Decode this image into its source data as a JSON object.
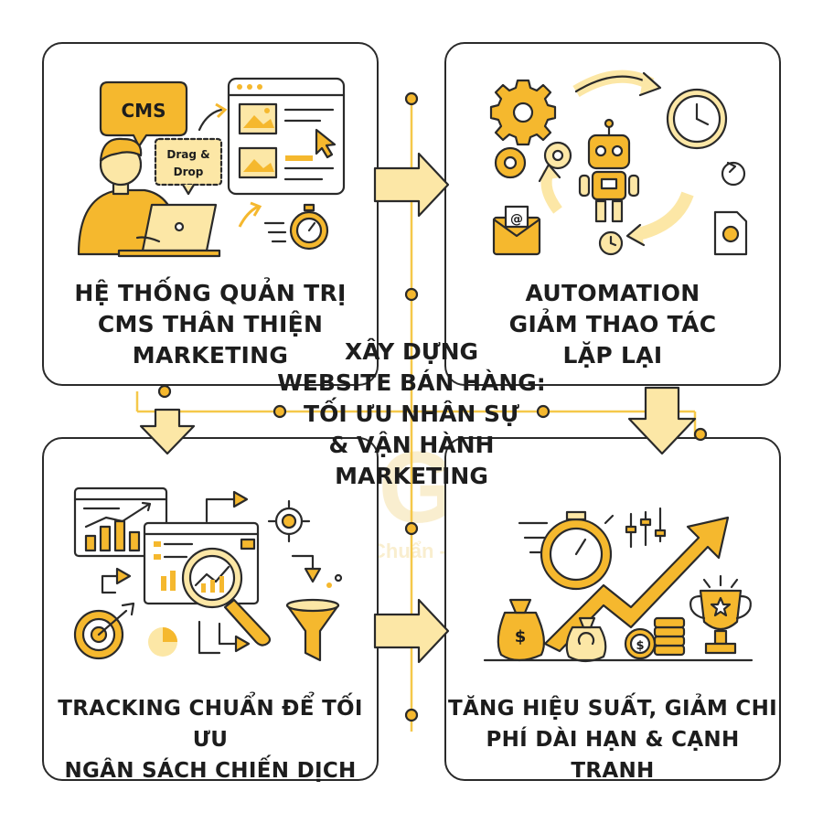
{
  "center_title": "XÂY DỰNG\nWEBSITE BÁN HÀNG:\nTỐI ƯU NHÂN SỰ\n& VẬN HÀNH\nMARKETING",
  "watermark": {
    "brand": "LIGHT",
    "tagline": "Nhanh - Chuẩn - Đẹp"
  },
  "cards": {
    "top_left": {
      "title": "HỆ THỐNG QUẢN TRỊ\nCMS THÂN THIỆN\nMARKETING",
      "badge_cms": "CMS",
      "badge_drag_line1": "Drag &",
      "badge_drag_line2": "Drop"
    },
    "top_right": {
      "title": "AUTOMATION\nGIẢM THAO TÁC\nLẶP LẠI",
      "email_symbol": "@"
    },
    "bottom_left": {
      "title": "TRACKING CHUẨN ĐỂ TỐI ƯU\nNGÂN SÁCH CHIẾN DỊCH"
    },
    "bottom_right": {
      "title": "TĂNG HIỆU SUẤT, GIẢM CHI\nPHÍ DÀI HẠN & CẠNH TRANH",
      "currency_symbol": "$"
    }
  },
  "colors": {
    "accent": "#f5b82e",
    "accent_light": "#fce7a6",
    "outline": "#2a2a2a",
    "card_bg": "#ffffff"
  }
}
